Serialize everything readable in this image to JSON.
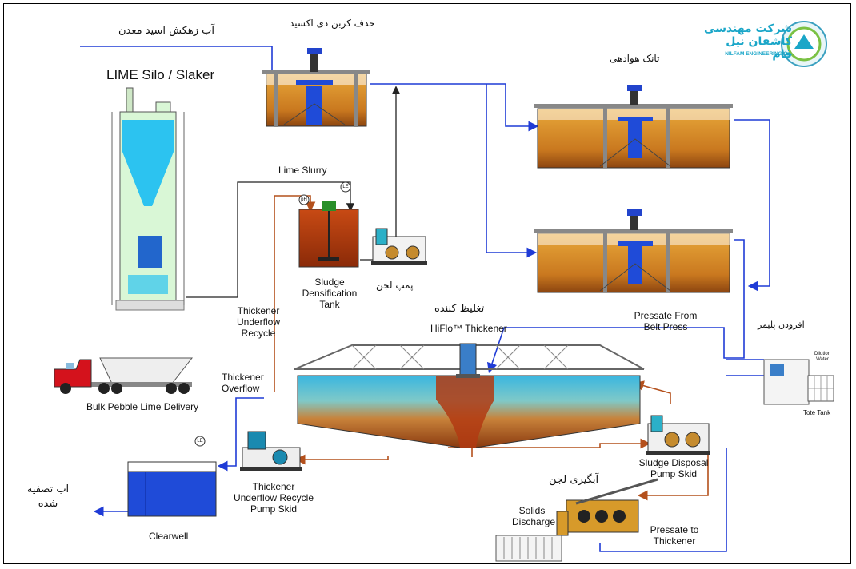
{
  "labels": {
    "acid_water": "آب زهکش  اسید معدن",
    "co2_removal": "حذف کربن دی اکسید",
    "aeration_tank": "تانک هوادهی",
    "lime_silo": "LIME Silo / Slaker",
    "lime_slurry": "Lime Slurry",
    "sludge_tank": "Sludge Densification Tank",
    "sludge_pump": "پمپ لجن",
    "thickener_fa": "تغلیظ کننده",
    "hiflo": "HiFlo™ Thickener",
    "pressate_from": "Pressate From Belt Press",
    "polymer": "افزودن پلیمر",
    "dilution": "Dilution Water",
    "tote_tank": "Tote Tank",
    "thickener_underflow_recycle": "Thickener Underflow Recycle",
    "thickener_overflow": "Thickener Overflow",
    "bulk_lime": "Bulk Pebble Lime Delivery",
    "treated_water": "اب تصفیه شده",
    "underflow_pump_skid": "Thickener Underflow Recycle Pump Skid",
    "clearwell": "Clearwell",
    "sludge_disposal": "Sludge Disposal Pump Skid",
    "sludge_dewatering": "آبگیری لجن",
    "solids_discharge": "Solids Discharge",
    "pressate_to": "Pressate to Thickener",
    "ph_tag": "pH",
    "le_tag": "LE"
  },
  "logo": {
    "name_fa": "شرکت مهندسی کاشفان نیل فام",
    "name_en": "NILFAM ENGINEERING Co."
  },
  "colors": {
    "water": "#1f3bd6",
    "sludge": "#b4501c",
    "slurry": "#555555",
    "tank_fill": "#d08a22",
    "clear_water": "#2fa7d8",
    "silo": "#2cc3f0",
    "accent_logo": "#1aa6c8"
  }
}
